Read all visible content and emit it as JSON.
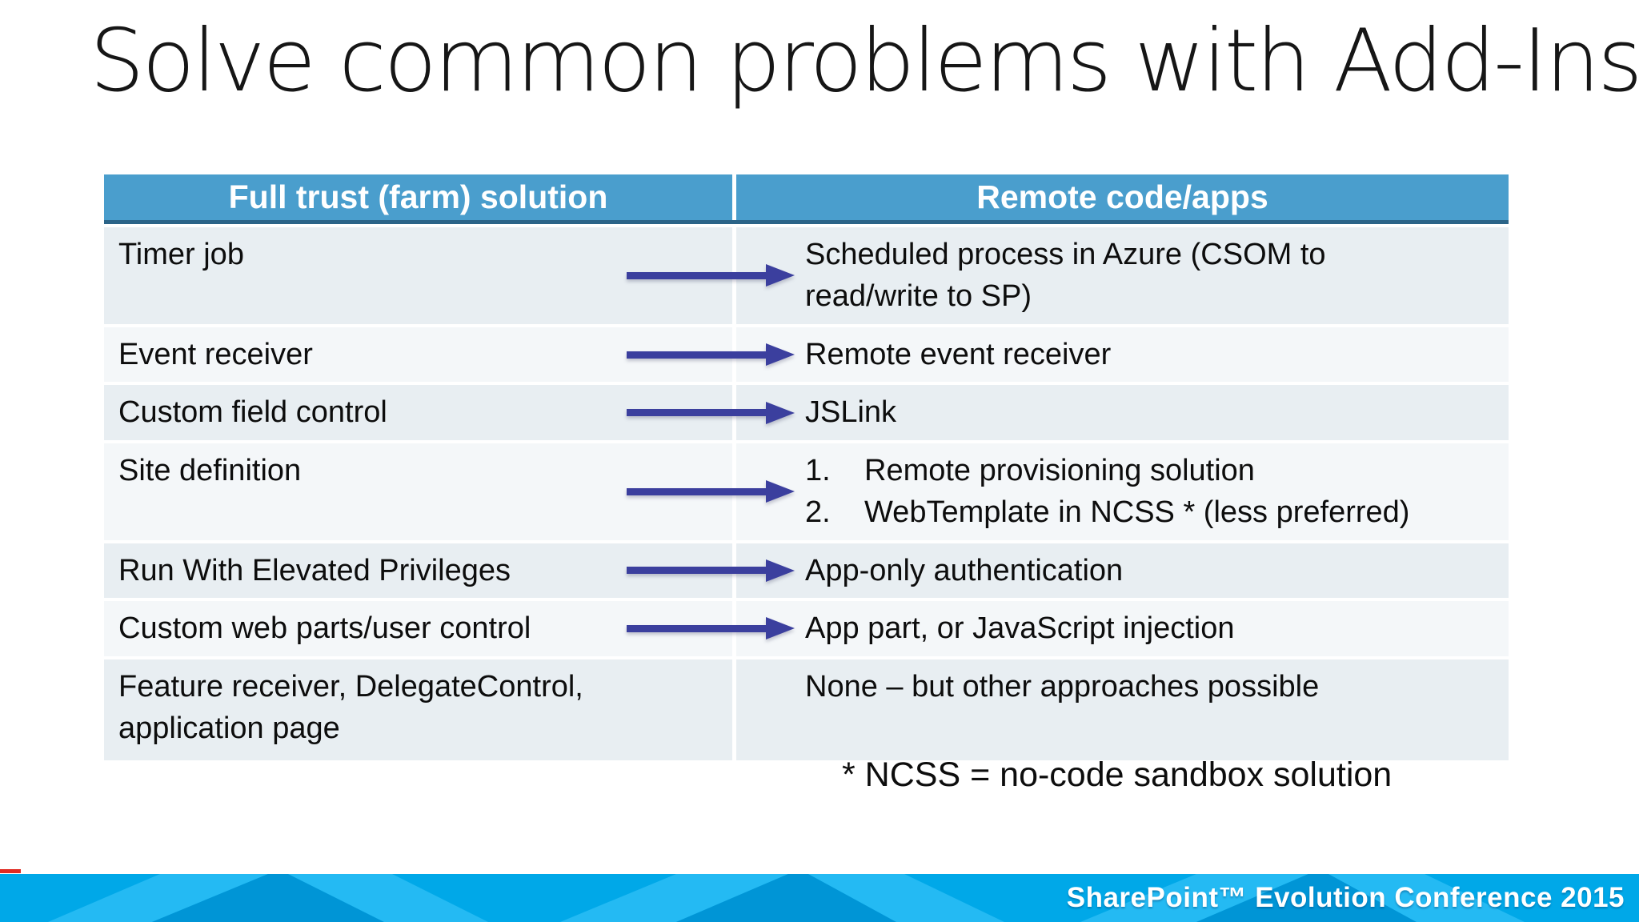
{
  "slide": {
    "title": "Solve common problems with Add-Ins",
    "footnote": "* NCSS = no-code sandbox solution",
    "footer_text": "SharePoint™ Evolution Conference 2015"
  },
  "table": {
    "headers": [
      "Full trust (farm) solution",
      "Remote code/apps"
    ],
    "rows": [
      {
        "left_lines": [
          "Timer job"
        ],
        "right_lines": [
          "Scheduled process in Azure (CSOM to",
          "read/write to SP)"
        ],
        "arrow": true,
        "h": 120
      },
      {
        "left_lines": [
          "Event receiver"
        ],
        "right_lines": [
          "Remote event receiver"
        ],
        "arrow": true,
        "h": 62
      },
      {
        "left_lines": [
          "Custom field control"
        ],
        "right_lines": [
          "JSLink"
        ],
        "arrow": true,
        "h": 62
      },
      {
        "left_lines": [
          "Site definition"
        ],
        "right_list": [
          "Remote provisioning solution",
          "WebTemplate in NCSS * (less preferred)"
        ],
        "arrow": true,
        "h": 122
      },
      {
        "left_lines": [
          "Run With Elevated Privileges"
        ],
        "right_lines": [
          "App-only authentication"
        ],
        "arrow": true,
        "h": 62
      },
      {
        "left_lines": [
          "Custom web parts/user control"
        ],
        "right_lines": [
          "App part, or JavaScript injection"
        ],
        "arrow": true,
        "h": 62
      },
      {
        "left_lines": [
          "Feature receiver, DelegateControl,",
          "application page"
        ],
        "right_lines": [
          "None – but other approaches possible"
        ],
        "arrow": false,
        "h": 126
      }
    ]
  },
  "icons": {
    "arrow": "right-arrow"
  },
  "colors": {
    "header_blue": "#4A9ECD",
    "header_dark": "#2B6488",
    "band_row": "#E8EEF2",
    "lite_row": "#F4F7F9",
    "arrow": "#3B3F9E",
    "footer_base": "#00A8E8",
    "footer_light": "#24BAF3",
    "footer_dark": "#0095D6"
  }
}
